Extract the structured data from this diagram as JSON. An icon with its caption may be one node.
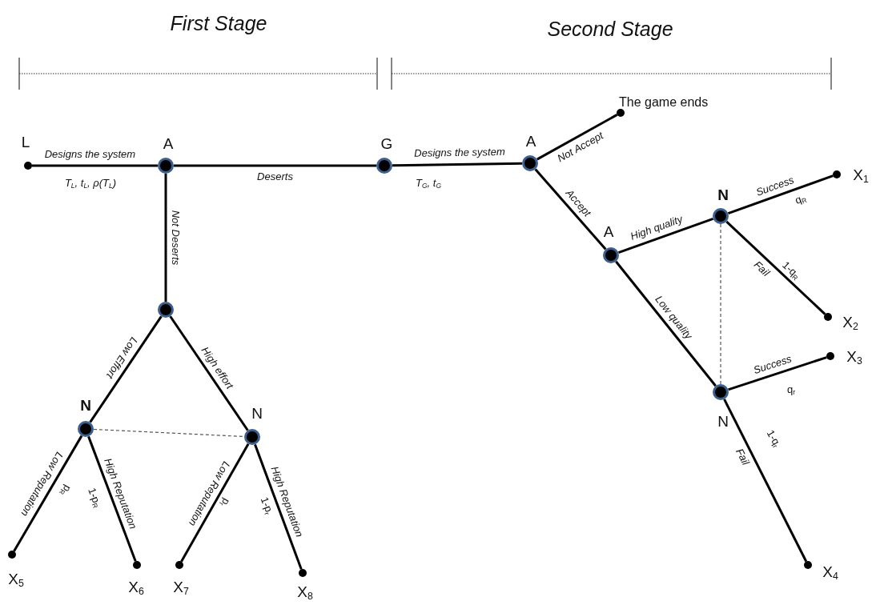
{
  "diagram": {
    "nodes": [
      {
        "text": [
          "L"
        ]
      },
      {
        "text": [
          "A"
        ]
      },
      {
        "text": [
          "G"
        ]
      },
      {
        "text": [
          "A"
        ]
      },
      {
        "text": [
          "The game ends"
        ]
      },
      {
        "text": [
          "A"
        ]
      },
      {
        "text": [
          "N"
        ]
      },
      {
        "text": [
          "X$_{1}$"
        ]
      },
      {
        "text": [
          "X$_{2}$"
        ]
      },
      {
        "text": [
          "X$_{3}$"
        ]
      },
      {
        "text": [
          "N"
        ]
      },
      {
        "text": [
          "X$_{4}$"
        ]
      },
      {
        "text": [],
        "shape": "circle"
      },
      {
        "text": [
          "N"
        ]
      },
      {
        "text": [
          "N"
        ]
      },
      {
        "text": [
          "X$_{5}$"
        ]
      },
      {
        "text": [
          "X$_{6}$"
        ]
      },
      {
        "text": [
          "X$_{7}$"
        ]
      },
      {
        "text": [
          "X$_{8}$"
        ]
      }
    ],
    "edges": [
      {
        "from": 0,
        "to": 1,
        "arrow": "none",
        "label": "Designs the system"
      },
      {
        "from": 1,
        "to": 2,
        "arrow": "none",
        "label": "Deserts"
      },
      {
        "from": 2,
        "to": 3,
        "arrow": "none",
        "label": "Designs the system"
      },
      {
        "from": 3,
        "to": 4,
        "arrow": "none",
        "label": "Not Accept"
      },
      {
        "from": 3,
        "to": 5,
        "arrow": "none",
        "label": "Accept"
      },
      {
        "from": 5,
        "to": 6,
        "arrow": "none",
        "label": "High quality"
      },
      {
        "from": 6,
        "to": 7,
        "arrow": "none",
        "label": "Success"
      },
      {
        "from": 6,
        "to": 8,
        "arrow": "none",
        "label": "Fail"
      },
      {
        "from": 5,
        "to": 10,
        "arrow": "none",
        "label": "Low quality"
      },
      {
        "from": 10,
        "to": 9,
        "arrow": "none",
        "label": "Success"
      },
      {
        "from": 10,
        "to": 11,
        "arrow": "none",
        "label": "Fail"
      },
      {
        "from": 6,
        "to": 10,
        "arrow": "none",
        "style": "dashed",
        "color": "#555555"
      },
      {
        "from": 1,
        "to": 12,
        "arrow": "none",
        "label": "Not Deserts"
      },
      {
        "from": 12,
        "to": 13,
        "arrow": "none",
        "label": "Low Effort"
      },
      {
        "from": 12,
        "to": 14,
        "arrow": "none",
        "label": "High effort"
      },
      {
        "from": 13,
        "to": 14,
        "arrow": "none",
        "style": "dashed",
        "color": "#555555"
      },
      {
        "from": 13,
        "to": 15,
        "arrow": "none",
        "label": "Low Reputation"
      },
      {
        "from": 13,
        "to": 16,
        "arrow": "none",
        "label": "High Reputation"
      },
      {
        "from": 14,
        "to": 17,
        "arrow": "none",
        "label": "Low Reputation"
      },
      {
        "from": 14,
        "to": 18,
        "arrow": "none",
        "label": "High Reputation"
      }
    ],
    "labels": [
      "First Stage",
      "Second Stage",
      "T$_{L}$, t$_{L}$, ρ(T$_{L}$)",
      "T$_{G}$, t$_{G}$",
      "q$_{R}$",
      "1-q$_{R}$",
      "q$_{r}$",
      "1-q$_{r}$",
      "p$_{R}$",
      "1-p$_{R}$",
      "p$_{r}$",
      "1-p$_{r}$"
    ]
  }
}
